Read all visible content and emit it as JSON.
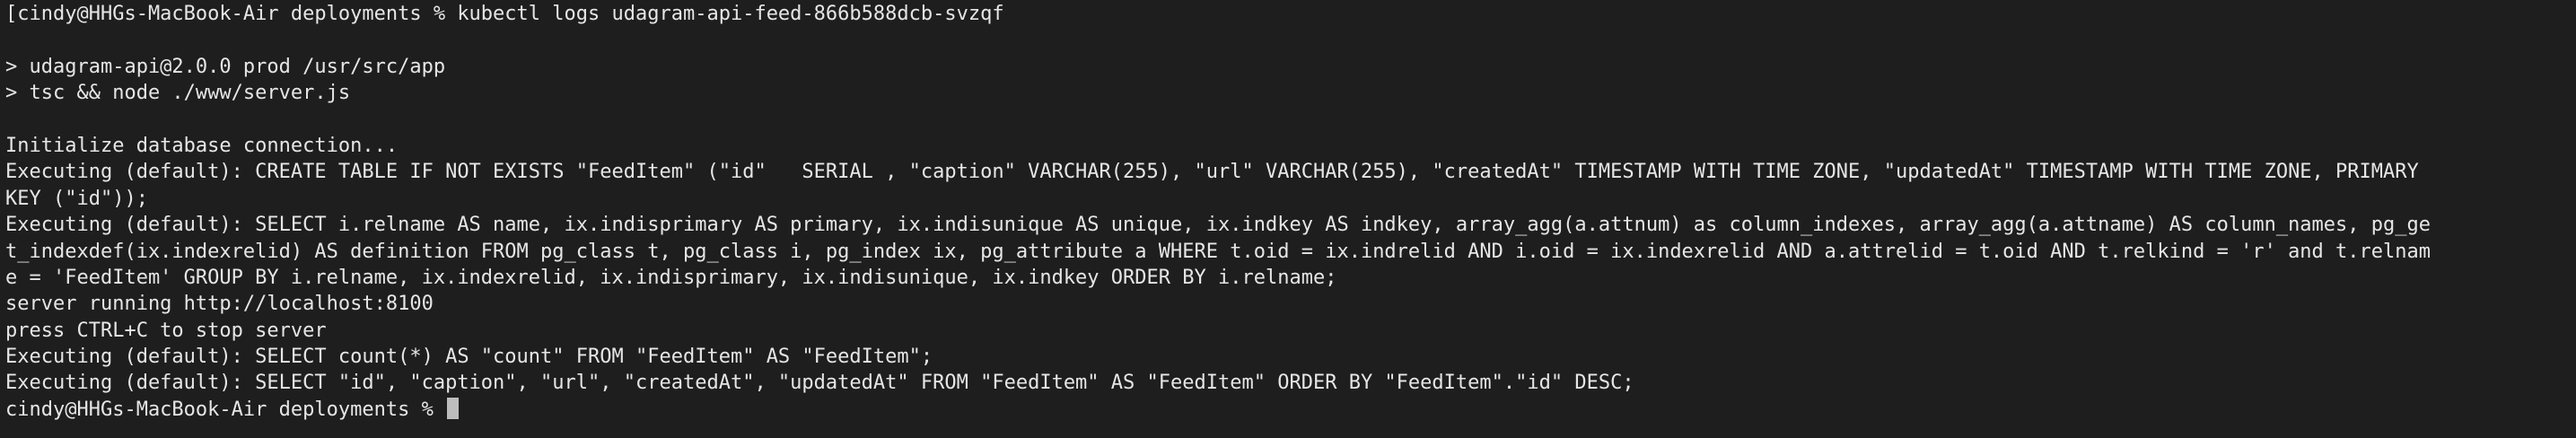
{
  "terminal": {
    "lines": [
      "[cindy@HHGs-MacBook-Air deployments % kubectl logs udagram-api-feed-866b588dcb-svzqf",
      "",
      "> udagram-api@2.0.0 prod /usr/src/app",
      "> tsc && node ./www/server.js",
      "",
      "Initialize database connection...",
      "Executing (default): CREATE TABLE IF NOT EXISTS \"FeedItem\" (\"id\"   SERIAL , \"caption\" VARCHAR(255), \"url\" VARCHAR(255), \"createdAt\" TIMESTAMP WITH TIME ZONE, \"updatedAt\" TIMESTAMP WITH TIME ZONE, PRIMARY",
      "KEY (\"id\"));",
      "Executing (default): SELECT i.relname AS name, ix.indisprimary AS primary, ix.indisunique AS unique, ix.indkey AS indkey, array_agg(a.attnum) as column_indexes, array_agg(a.attname) AS column_names, pg_ge",
      "t_indexdef(ix.indexrelid) AS definition FROM pg_class t, pg_class i, pg_index ix, pg_attribute a WHERE t.oid = ix.indrelid AND i.oid = ix.indexrelid AND a.attrelid = t.oid AND t.relkind = 'r' and t.relnam",
      "e = 'FeedItem' GROUP BY i.relname, ix.indexrelid, ix.indisprimary, ix.indisunique, ix.indkey ORDER BY i.relname;",
      "server running http://localhost:8100",
      "press CTRL+C to stop server",
      "Executing (default): SELECT count(*) AS \"count\" FROM \"FeedItem\" AS \"FeedItem\";",
      "Executing (default): SELECT \"id\", \"caption\", \"url\", \"createdAt\", \"updatedAt\" FROM \"FeedItem\" AS \"FeedItem\" ORDER BY \"FeedItem\".\"id\" DESC;"
    ],
    "prompt": "cindy@HHGs-MacBook-Air deployments % "
  }
}
